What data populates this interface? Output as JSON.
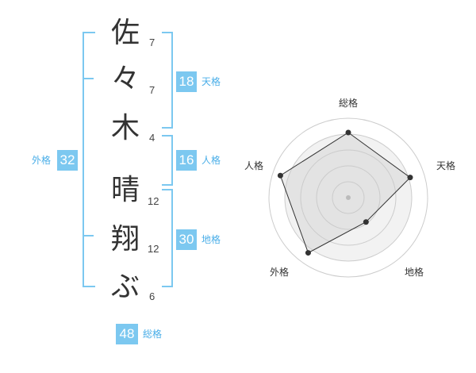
{
  "name": {
    "chars": [
      {
        "char": "佐",
        "strokes": "7"
      },
      {
        "char": "々",
        "strokes": "7"
      },
      {
        "char": "木",
        "strokes": "4"
      },
      {
        "char": "晴",
        "strokes": "12"
      },
      {
        "char": "翔",
        "strokes": "12"
      },
      {
        "char": "ぶ",
        "strokes": "6"
      }
    ]
  },
  "fortune": {
    "tenkaku": {
      "value": "18",
      "label": "天格"
    },
    "jinkaku": {
      "value": "16",
      "label": "人格"
    },
    "chikaku": {
      "value": "30",
      "label": "地格"
    },
    "gaikaku": {
      "value": "32",
      "label": "外格"
    },
    "soukaku": {
      "value": "48",
      "label": "総格"
    }
  },
  "chart_data": {
    "type": "radar",
    "axes": [
      "総格",
      "天格",
      "地格",
      "外格",
      "人格"
    ],
    "values": [
      0.82,
      0.82,
      0.38,
      0.86,
      0.9
    ],
    "rings": 5
  },
  "colors": {
    "accent": "#7cc8f0",
    "accent_text": "#4aaee8"
  }
}
